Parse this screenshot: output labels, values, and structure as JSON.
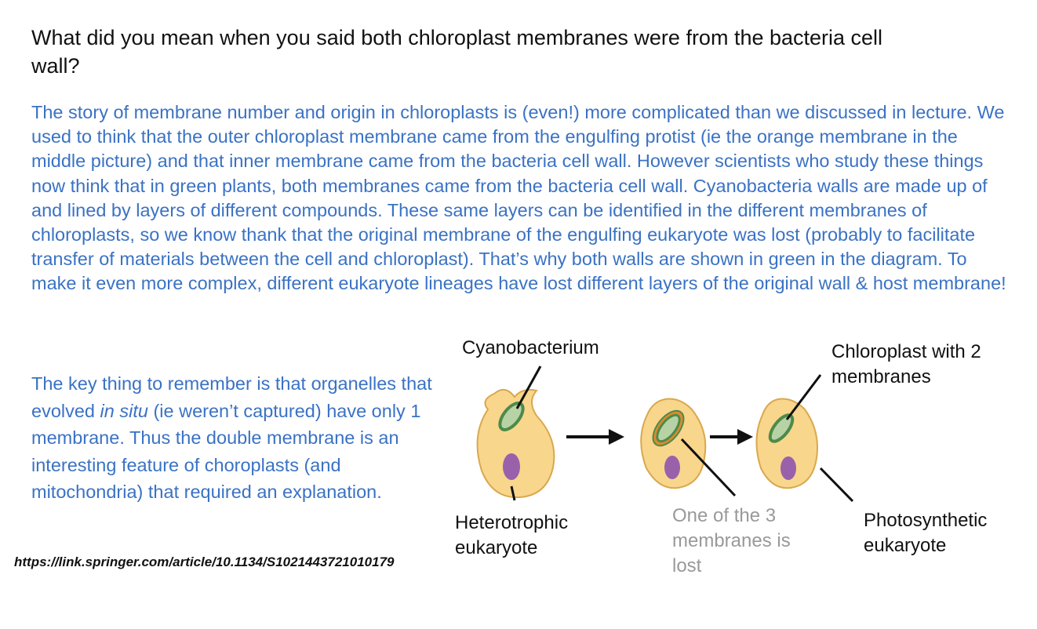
{
  "question": "What did you mean when you said both chloroplast membranes were from the bacteria cell wall?",
  "explanation": "The story of membrane number and origin in chloroplasts is (even!) more complicated than we discussed in lecture. We used to think that the outer chloroplast membrane came from the engulfing protist (ie the orange membrane in the middle picture) and that inner membrane came from the bacteria cell wall.  However scientists who study these things now think that in green plants, both membranes came from the bacteria cell wall. Cyanobacteria walls are made up of and lined by layers of different compounds. These same layers can be identified in the different membranes of chloroplasts, so we know thank that the original membrane of the engulfing eukaryote was lost (probably to facilitate transfer of materials between the cell and chloroplast). That’s why both walls are shown in green in the diagram. To make it even more complex, different eukaryote lineages have lost different layers of the original wall & host membrane!",
  "key_point": {
    "before": "The key thing to remember is that organelles that evolved ",
    "italic": "in situ",
    "after": " (ie weren’t captured) have only 1 membrane. Thus the double membrane is an interesting feature of choroplasts (and mitochondria) that required an explanation."
  },
  "source_link": "https://link.springer.com/article/10.1134/S1021443721010179",
  "diagram": {
    "labels": {
      "cyanobacterium": "Cyanobacterium",
      "heterotrophic": "Heterotrophic eukaryote",
      "chloroplast": "Chloroplast with 2 membranes",
      "membrane_lost": "One of the 3 membranes is lost",
      "photosynthetic": "Photosynthetic eukaryote"
    },
    "colors": {
      "cell_fill": "#f8d68c",
      "cell_outline": "#d9a84e",
      "nucleus": "#9a61ab",
      "chloroplast_fill": "#b7d3a6",
      "chloroplast_outline": "#4e8a4a",
      "host_membrane": "#e08a2e",
      "text": "#3a72c4"
    }
  }
}
